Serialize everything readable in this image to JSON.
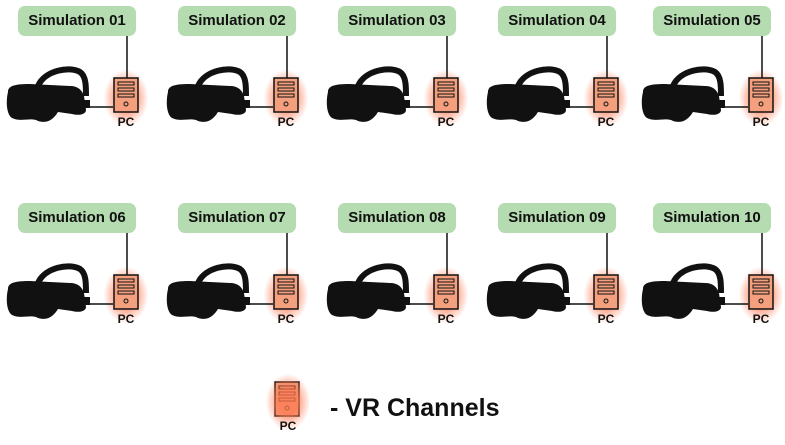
{
  "simulations": [
    "Simulation 01",
    "Simulation 02",
    "Simulation 03",
    "Simulation 04",
    "Simulation 05",
    "Simulation 06",
    "Simulation 07",
    "Simulation 08",
    "Simulation 09",
    "Simulation 10"
  ],
  "pc_label": "PC",
  "legend": {
    "pc_label": "PC",
    "text": "- VR Channels"
  },
  "colors": {
    "label_bg": "#b5dcb0",
    "pc_fill": "#f4a07e",
    "glow": "#ff7850"
  }
}
